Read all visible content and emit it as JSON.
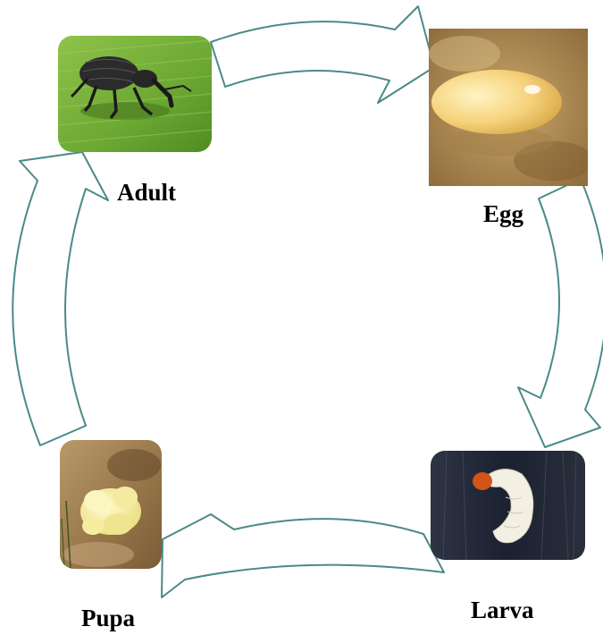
{
  "stages": {
    "adult": {
      "label": "Adult"
    },
    "egg": {
      "label": "Egg"
    },
    "larva": {
      "label": "Larva"
    },
    "pupa": {
      "label": "Pupa"
    }
  },
  "colors": {
    "arrow_stroke": "#4a8a88",
    "arrow_fill": "#ffffff",
    "label_text": "#000000"
  },
  "icons": {
    "adult": "weevil-photo",
    "egg": "egg-photo",
    "larva": "larva-photo",
    "pupa": "pupa-photo",
    "arrows": "curved-arrow-icon"
  }
}
